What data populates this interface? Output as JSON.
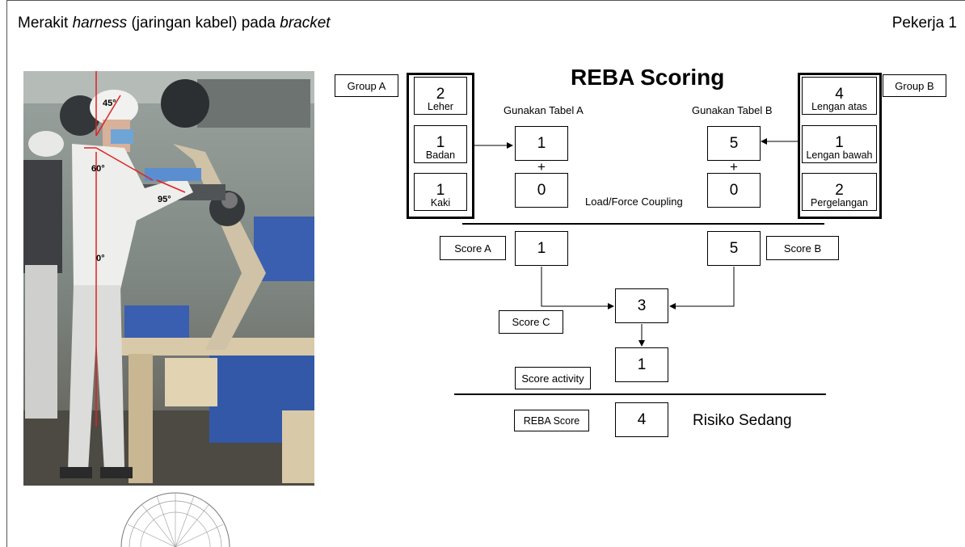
{
  "header": {
    "title_prefix": "Merakit ",
    "title_italic1": "harness",
    "title_middle": " (jaringan kabel) pada ",
    "title_italic2": "bracket",
    "worker": "Pekerja 1"
  },
  "photo": {
    "angles": [
      "45°",
      "60°",
      "95°",
      "0°"
    ]
  },
  "reba": {
    "title": "REBA Scoring",
    "group_a_tag": "Group A",
    "group_b_tag": "Group B",
    "group_a": [
      {
        "value": "2",
        "label": "Leher"
      },
      {
        "value": "1",
        "label": "Badan"
      },
      {
        "value": "1",
        "label": "Kaki"
      }
    ],
    "group_b": [
      {
        "value": "4",
        "label": "Lengan atas"
      },
      {
        "value": "1",
        "label": "Lengan bawah"
      },
      {
        "value": "2",
        "label": "Pergelangan"
      }
    ],
    "table_a_caption": "Gunakan Tabel A",
    "table_b_caption": "Gunakan Tabel B",
    "table_a_value": "1",
    "table_b_value": "5",
    "plus": "+",
    "load_a": "0",
    "load_b": "0",
    "load_caption": "Load/Force Coupling",
    "score_a_label": "Score A",
    "score_a_value": "1",
    "score_b_label": "Score B",
    "score_b_value": "5",
    "score_c_label": "Score C",
    "score_c_value": "3",
    "activity_label": "Score activity",
    "activity_value": "1",
    "reba_label": "REBA Score",
    "reba_value": "4",
    "risk_text": "Risiko Sedang"
  }
}
